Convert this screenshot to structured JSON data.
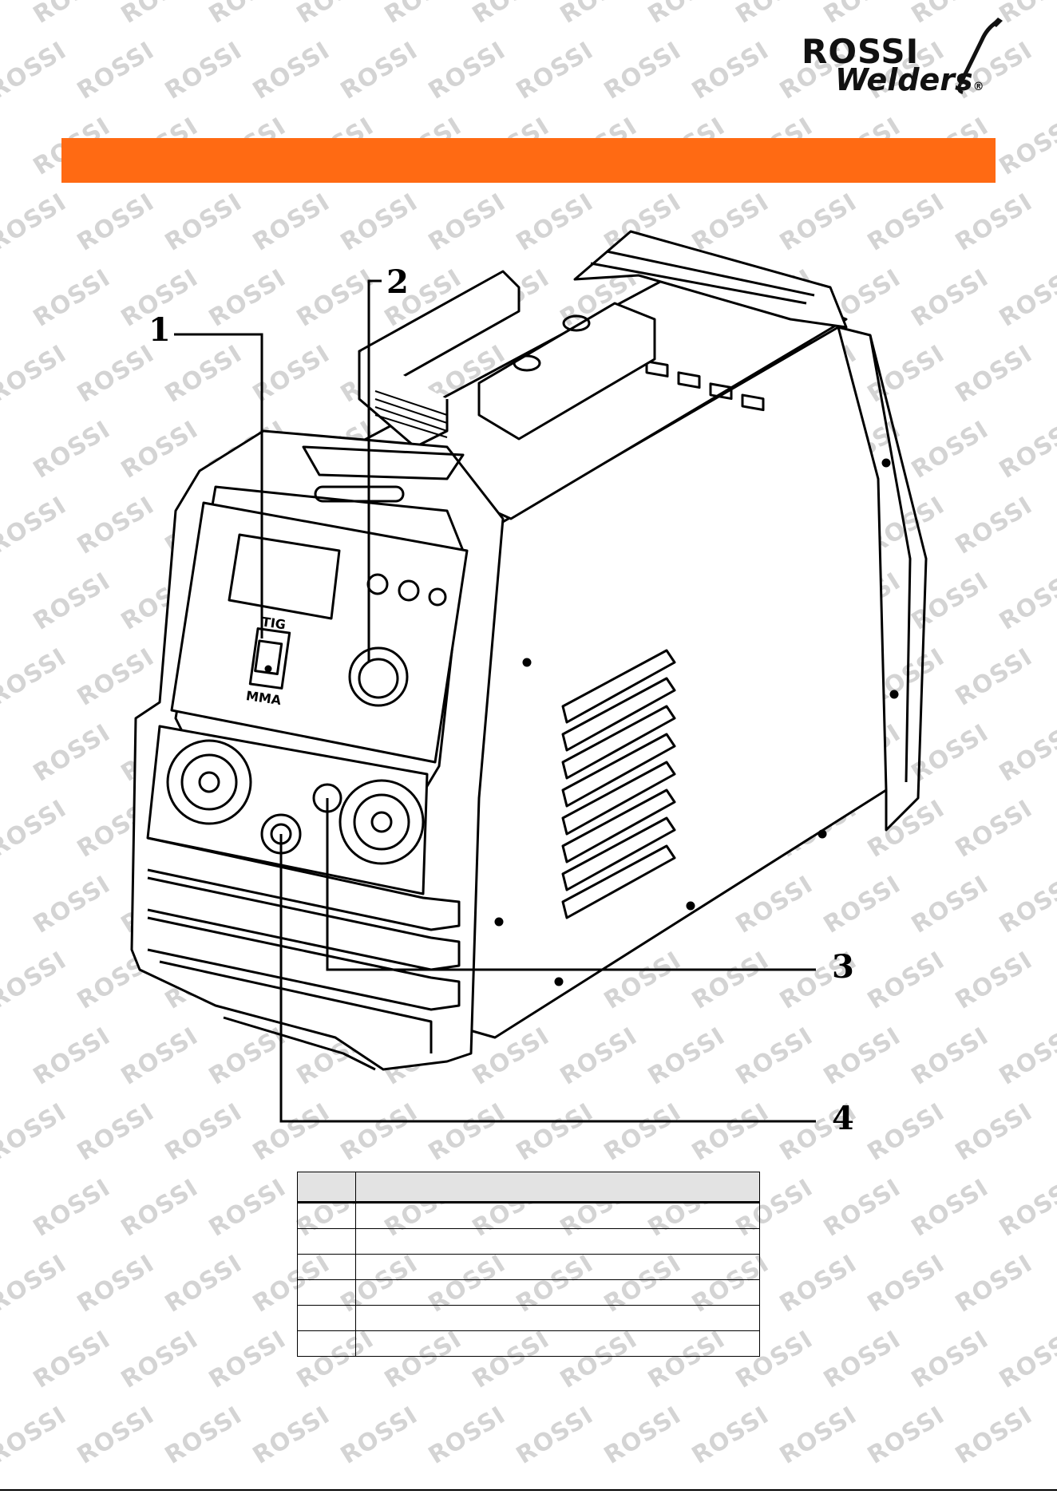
{
  "logo": {
    "line1": "ROSSI",
    "line2": "Welders",
    "mark": "®"
  },
  "watermark": {
    "text": "ROSSI",
    "color": "#d4d4d4"
  },
  "banner": {
    "color": "#ff6a13"
  },
  "panel": {
    "switch_top": "TIG",
    "switch_bottom": "MMA"
  },
  "callouts": [
    "1",
    "2",
    "3",
    "4"
  ],
  "legend": {
    "headers": [
      "",
      ""
    ],
    "rows": [
      [
        "",
        ""
      ],
      [
        "",
        ""
      ],
      [
        "",
        ""
      ],
      [
        "",
        ""
      ],
      [
        "",
        ""
      ],
      [
        "",
        ""
      ]
    ]
  }
}
